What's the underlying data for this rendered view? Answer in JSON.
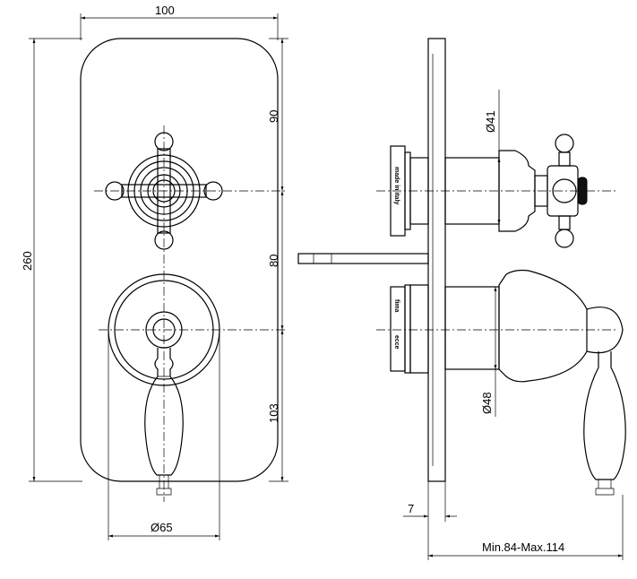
{
  "dimensions": {
    "width": "100",
    "height": "260",
    "top_to_cross": "90",
    "cross_to_lever": "80",
    "lever_to_bottom": "103",
    "lever_rosette_diameter": "Ø65",
    "cartridge_top_diameter": "Ø41",
    "cartridge_bottom_diameter": "Ø48",
    "plate_thickness": "7",
    "depth_range": "Min.84-Max.114"
  },
  "markings": {
    "top_body": "made in italy",
    "bottom_body_a": "fima",
    "bottom_body_b": "ecce"
  }
}
